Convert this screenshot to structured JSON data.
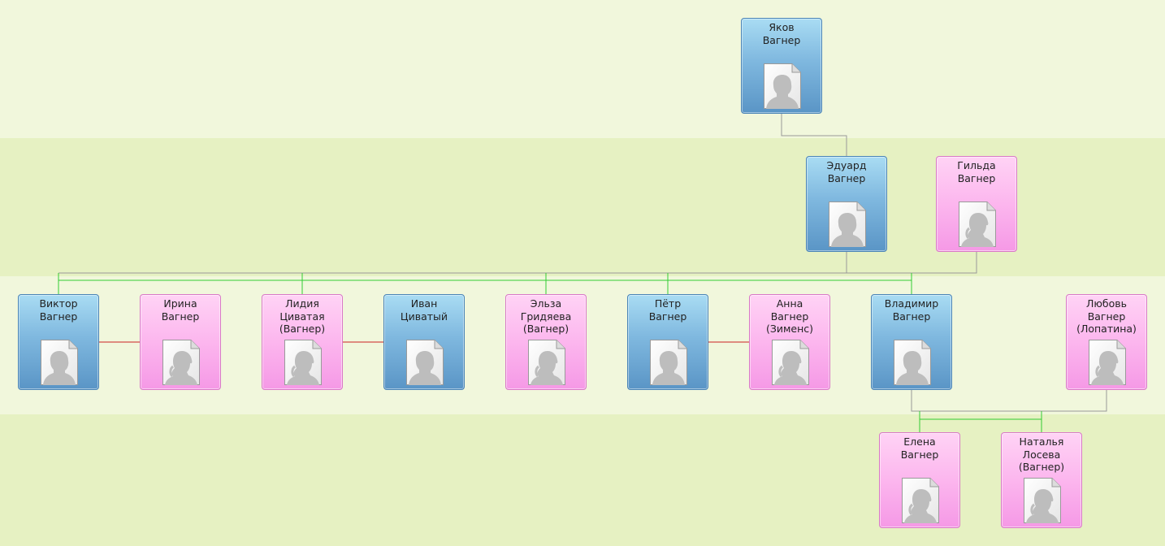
{
  "people": [
    {
      "id": "yakov",
      "lines": [
        "Яков",
        "Вагнер"
      ],
      "gender": "male"
    },
    {
      "id": "eduard",
      "lines": [
        "Эдуард",
        "Вагнер"
      ],
      "gender": "male"
    },
    {
      "id": "gilda",
      "lines": [
        "Гильда",
        "Вагнер"
      ],
      "gender": "female"
    },
    {
      "id": "viktor",
      "lines": [
        "Виктор",
        "Вагнер"
      ],
      "gender": "male"
    },
    {
      "id": "irina",
      "lines": [
        "Ирина",
        "Вагнер"
      ],
      "gender": "female"
    },
    {
      "id": "lidiya",
      "lines": [
        "Лидия",
        "Циватая",
        "(Вагнер)"
      ],
      "gender": "female"
    },
    {
      "id": "ivan",
      "lines": [
        "Иван",
        "Циватый"
      ],
      "gender": "male"
    },
    {
      "id": "elza",
      "lines": [
        "Эльза",
        "Гридяева",
        "(Вагнер)"
      ],
      "gender": "female"
    },
    {
      "id": "petr",
      "lines": [
        "Пётр",
        "Вагнер"
      ],
      "gender": "male"
    },
    {
      "id": "anna",
      "lines": [
        "Анна",
        "Вагнер",
        "(Зименс)"
      ],
      "gender": "female"
    },
    {
      "id": "vladimir",
      "lines": [
        "Владимир",
        "Вагнер"
      ],
      "gender": "male"
    },
    {
      "id": "lyubov",
      "lines": [
        "Любовь",
        "Вагнер",
        "(Лопатина)"
      ],
      "gender": "female"
    },
    {
      "id": "elena",
      "lines": [
        "Елена",
        "Вагнер"
      ],
      "gender": "female"
    },
    {
      "id": "natalya",
      "lines": [
        "Наталья",
        "Лосева",
        "(Вагнер)"
      ],
      "gender": "female"
    }
  ],
  "colors": {
    "parent_line": "#999999",
    "child_line": "#33cc33",
    "spouse_line": "#cc2222",
    "male": "#7fb8df",
    "female": "#fcb6ee"
  }
}
